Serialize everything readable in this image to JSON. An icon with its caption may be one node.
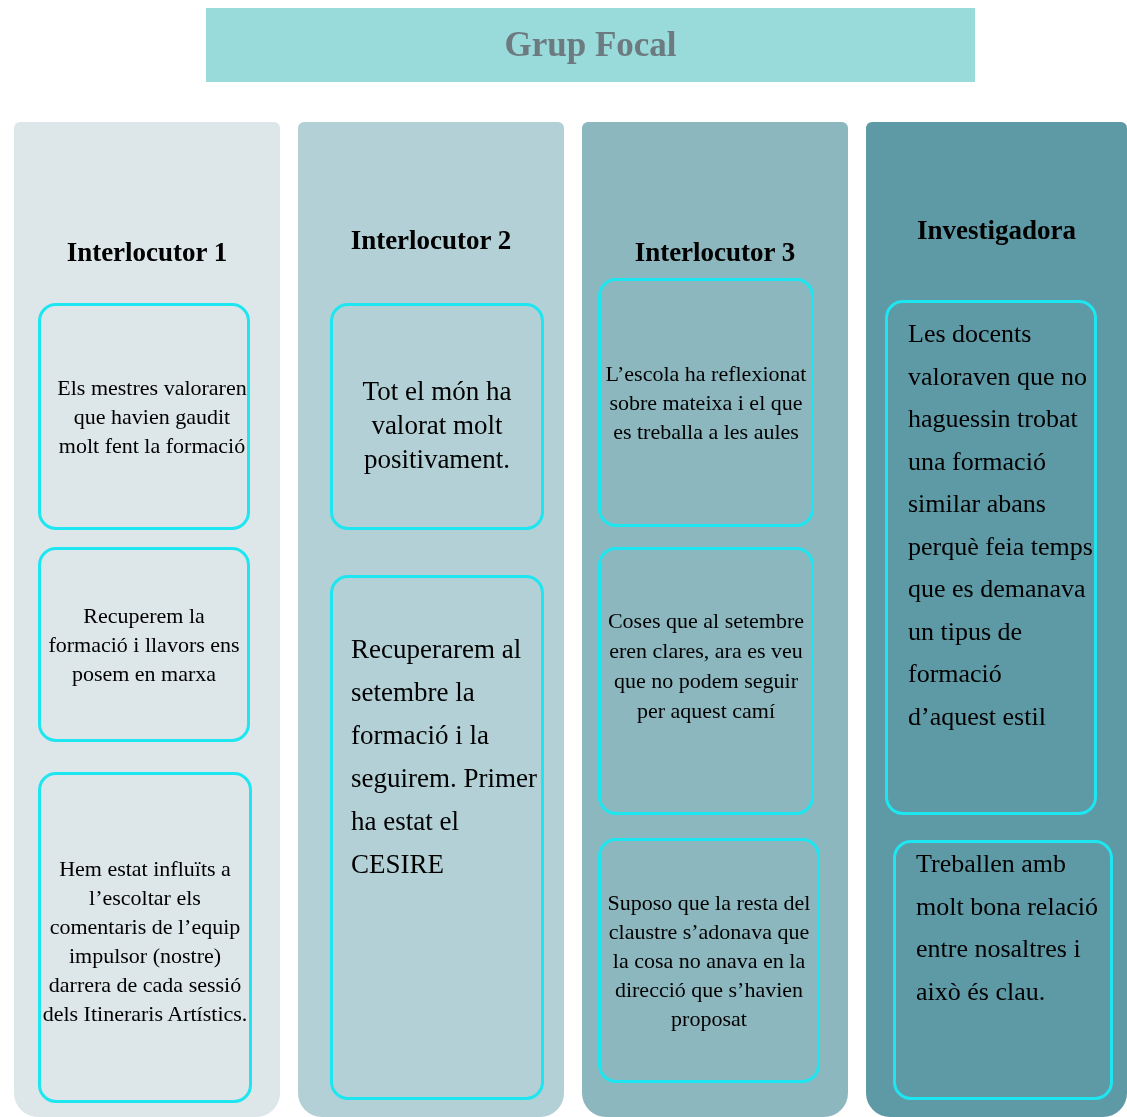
{
  "diagram": {
    "title": "Grup Focal",
    "nodes": [
      {
        "text": [
          "Interlocutor 1"
        ]
      },
      {
        "text": [
          "Els mestres valoraren que havien gaudit molt fent la formació"
        ],
        "in": 0
      },
      {
        "text": [
          "Recuperem la formació i llavors ens posem en marxa"
        ],
        "in": 0
      },
      {
        "text": [
          "Hem estat influïts a l’escoltar els comentaris de l’equip impulsor (nostre) darrera de cada sessió dels Itineraris Artístics."
        ],
        "in": 0
      },
      {
        "text": [
          "Interlocutor 2"
        ]
      },
      {
        "text": [
          "Tot el món ha valorat molt positivament."
        ],
        "in": 4
      },
      {
        "text": [
          "Recuperarem al setembre la formació i la seguirem. Primer ha estat el CESIRE"
        ],
        "in": 4
      },
      {
        "text": [
          "Interlocutor 3"
        ]
      },
      {
        "text": [
          "L’escola ha reflexionat sobre mateixa i el que es treballa a les aules"
        ],
        "in": 7
      },
      {
        "text": [
          "Coses que al setembre eren clares, ara es veu que no podem seguir per aquest camí"
        ],
        "in": 7
      },
      {
        "text": [
          "Suposo que la resta del claustre s’adonava que la cosa no anava en la direcció que s’havien proposat"
        ],
        "in": 7
      },
      {
        "text": [
          "Investigadora"
        ]
      },
      {
        "text": [
          "Les docents valoraven que no haguessin trobat una formació similar abans perquè feia temps que es demanava un tipus de formació d’aquest estil"
        ],
        "in": 11
      },
      {
        "text": [
          "Treballen amb molt bona relació entre nosaltres i això és clau."
        ],
        "in": 11
      }
    ],
    "edges": []
  }
}
